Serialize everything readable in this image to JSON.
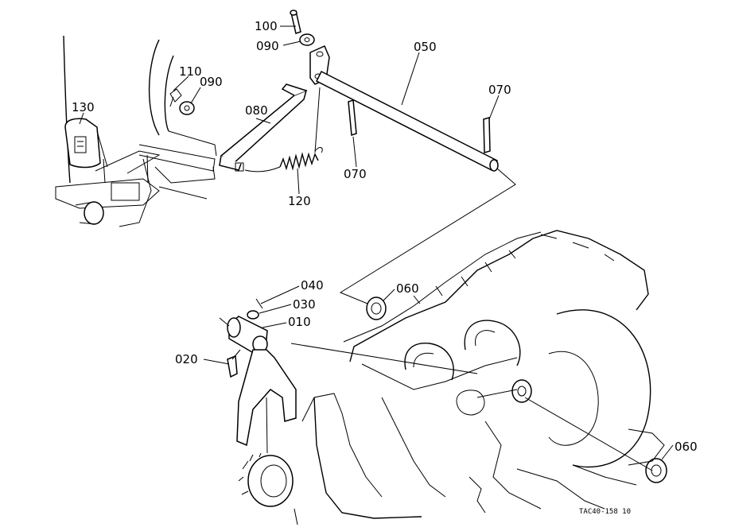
{
  "diagram": {
    "labels": {
      "p100": "100",
      "p090a": "090",
      "p050": "050",
      "p070a": "070",
      "p110": "110",
      "p090b": "090",
      "p130": "130",
      "p080": "080",
      "p070b": "070",
      "p120": "120",
      "p040": "040",
      "p030": "030",
      "p060a": "060",
      "p010": "010",
      "p020": "020",
      "p060b": "060"
    },
    "drawing_code": "TAC40-158 10"
  }
}
